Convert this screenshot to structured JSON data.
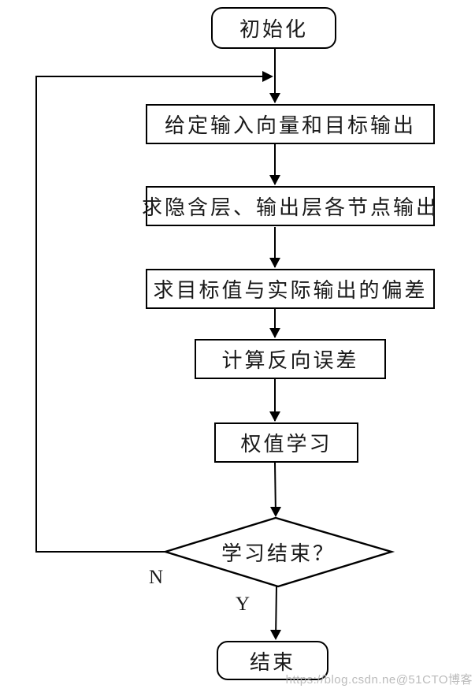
{
  "diagram": {
    "title_hint": "BP neural network training flowchart",
    "nodes": [
      {
        "id": "start",
        "type": "rounded-rect",
        "label": "初始化"
      },
      {
        "id": "step1",
        "type": "rect",
        "label": "给定输入向量和目标输出"
      },
      {
        "id": "step2",
        "type": "rect",
        "label": "求隐含层、输出层各节点输出"
      },
      {
        "id": "step3",
        "type": "rect",
        "label": "求目标值与实际输出的偏差"
      },
      {
        "id": "step4",
        "type": "rect",
        "label": "计算反向误差"
      },
      {
        "id": "step5",
        "type": "rect",
        "label": "权值学习"
      },
      {
        "id": "decision",
        "type": "diamond",
        "label": "学习结束？"
      },
      {
        "id": "end",
        "type": "rounded-rect",
        "label": "结束"
      }
    ],
    "branch_labels": {
      "no": "N",
      "yes": "Y"
    },
    "edges": [
      "start -> step1",
      "step1 -> step2",
      "step2 -> step3",
      "step3 -> step4",
      "step4 -> step5",
      "step5 -> decision",
      "decision -N-> loop back to junction above step1",
      "decision -Y-> end"
    ],
    "colors": {
      "stroke": "#000000",
      "background": "#ffffff",
      "watermark": "#afafaf"
    },
    "watermark": "https://blog.csdn.ne@51CTO博客"
  }
}
